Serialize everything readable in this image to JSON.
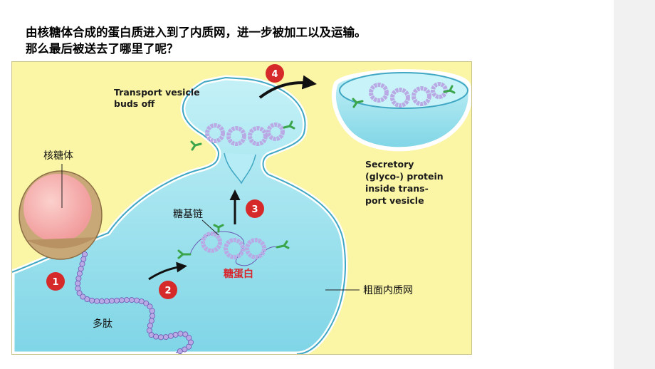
{
  "heading": {
    "line1": "由核糖体合成的蛋白质进入到了内质网，进一步被加工以及运输。",
    "line2": "那么最后被送去了哪里了呢？"
  },
  "diagram": {
    "labels": {
      "transport_vesicle_line1": "Transport vesicle",
      "transport_vesicle_line2": "buds off",
      "secretory_line1": "Secretory",
      "secretory_line2": "(glyco-) protein",
      "secretory_line3": "inside trans-",
      "secretory_line4": "port vesicle",
      "ribosome": "核糖体",
      "sugar_chain": "糖基链",
      "glycoprotein": "糖蛋白",
      "rough_er": "粗面内质网",
      "polypeptide": "多肽"
    },
    "steps": [
      "1",
      "2",
      "3",
      "4"
    ],
    "colors": {
      "background": "#fbf5a6",
      "er_lumen": "#9fe3ee",
      "er_membrane": "#3fa7c3",
      "ribosome_outer": "#c9a878",
      "ribosome_inner": "#f4a8a8",
      "protein_bead": "#b9a9e4",
      "sugar_chain": "#3aa54a",
      "step_circle": "#d62a2a"
    }
  }
}
